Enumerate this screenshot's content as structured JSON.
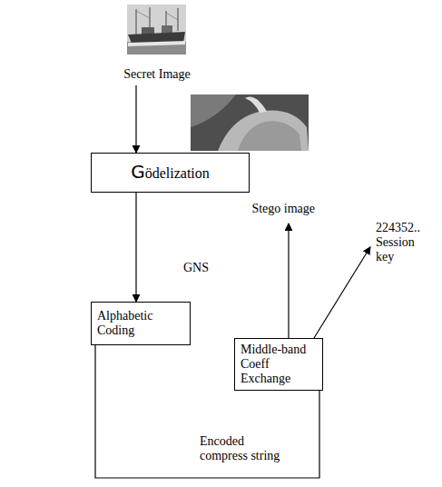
{
  "diagram": {
    "nodes": [
      {
        "text": [
          "Secret Image"
        ]
      },
      {
        "text": [
          "Gödelization"
        ]
      },
      {
        "text": [
          "Stego image"
        ]
      },
      {
        "text": [
          "Alphabetic Coding"
        ]
      },
      {
        "text": [
          "Middle-band Coeff Exchange"
        ]
      },
      {
        "text": [
          "224352.. Session key"
        ]
      }
    ],
    "edges": [
      {
        "from": 0,
        "to": 1,
        "arrow": "to"
      },
      {
        "from": 1,
        "to": 3,
        "label": "GNS",
        "arrow": "to"
      },
      {
        "from": 3,
        "to": 4,
        "label": "Encoded compress string",
        "arrow": "none"
      },
      {
        "from": 4,
        "to": 2,
        "arrow": "to"
      },
      {
        "from": 4,
        "to": 5,
        "arrow": "to"
      }
    ]
  }
}
